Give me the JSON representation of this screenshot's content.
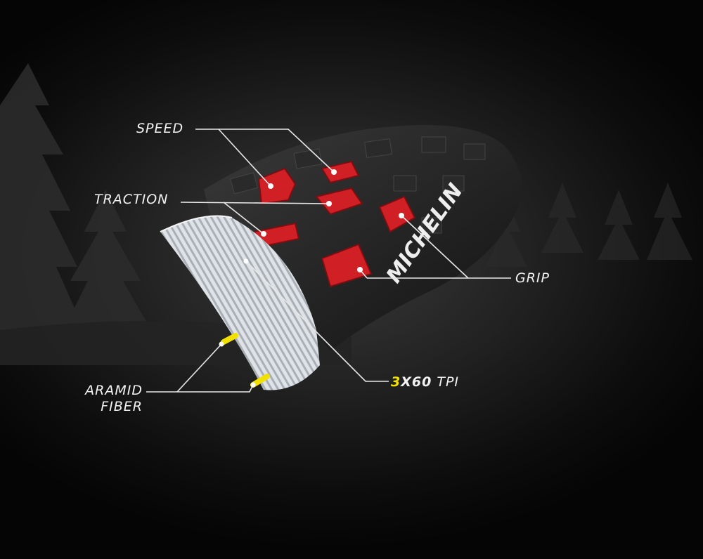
{
  "labels": {
    "speed": "SPEED",
    "traction": "TRACTION",
    "grip": "GRIP",
    "tpi_number": "3",
    "tpi_rest": "X60",
    "tpi_suffix": " TPI",
    "aramid_line1": "ARAMID",
    "aramid_line2": "FIBER"
  },
  "brand_on_sidewall": "MICHELIN",
  "colors": {
    "background": "#1a1a1a",
    "tread_accent": "#d11f26",
    "fiber_accent": "#f2e100",
    "casing": "#d8dde2",
    "label_text": "#f2f2f2"
  }
}
